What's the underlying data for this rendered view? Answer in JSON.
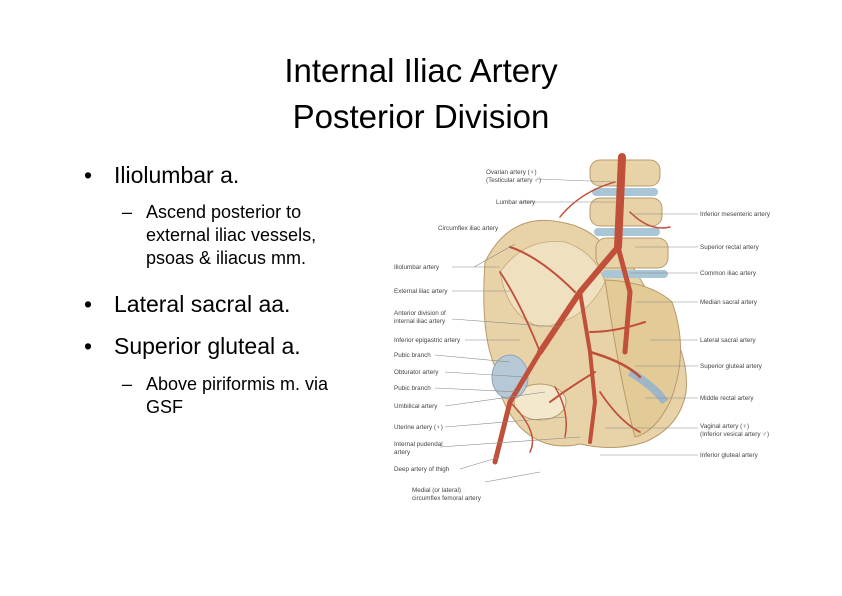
{
  "slide": {
    "title_line1": "Internal Iliac Artery",
    "title_line2": "Posterior Division"
  },
  "bullets": [
    {
      "text": "Iliolumbar a.",
      "sub": [
        "Ascend posterior to",
        "external iliac vessels,",
        "psoas & iliacus mm."
      ]
    },
    {
      "text": "Lateral sacral aa."
    },
    {
      "text": "Superior gluteal a.",
      "sub": [
        "Above piriformis m. via",
        "GSF"
      ]
    }
  ],
  "figure": {
    "left_labels": [
      "Circumflex iliac artery",
      "Iliolumbar artery",
      "External iliac artery",
      "Anterior division of",
      "internal iliac artery",
      "Inferior epigastric artery",
      "Pubic branch",
      "Obturator artery",
      "Pubic branch",
      "Umbilical artery",
      "Uterine artery (♀)",
      "Internal pudendal",
      "artery",
      "Deep artery of thigh",
      "Medial (or lateral)",
      "circumflex femoral artery"
    ],
    "top_labels": [
      "Ovarian artery (♀)",
      "(Testicular artery ♂)",
      "Lumbar artery"
    ],
    "right_labels": [
      "Inferior mesenteric artery",
      "Superior rectal artery",
      "Common iliac artery",
      "Median sacral artery",
      "Lateral sacral artery",
      "Superior gluteal artery",
      "Middle rectal artery",
      "Vaginal artery (♀)",
      "(Inferior vesical artery ♂)",
      "Inferior gluteal artery"
    ]
  },
  "colors": {
    "artery": "#c0503a",
    "bone": "#e8d3a8",
    "disc": "#a9c6d6",
    "text": "#000000"
  }
}
